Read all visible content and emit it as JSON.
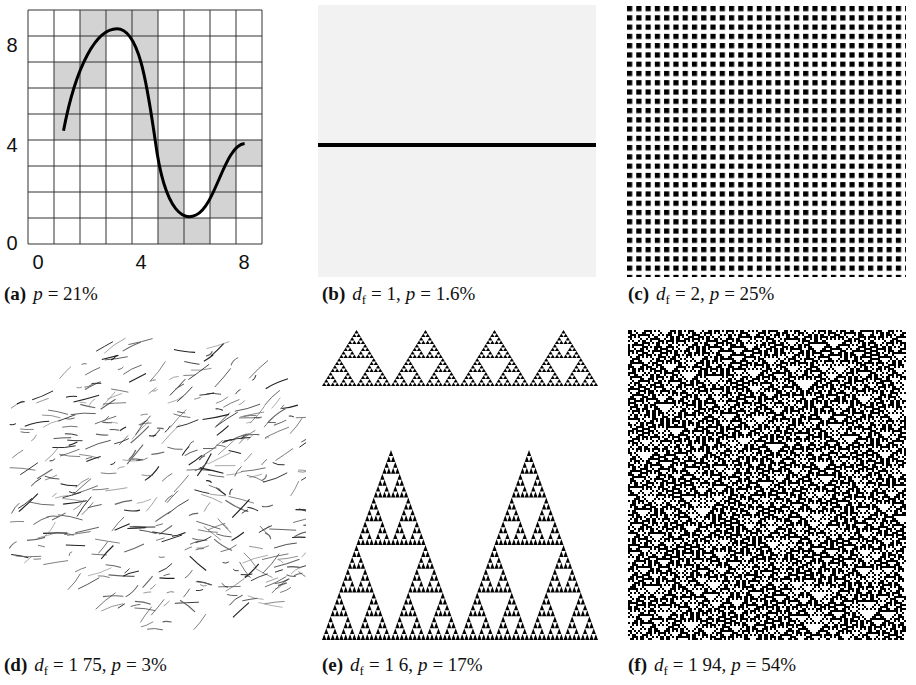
{
  "diagram": {
    "labels": [
      "8",
      "4",
      "0",
      "0",
      "4",
      "8",
      "(a)",
      "p",
      "= 21%",
      "(b)",
      "d",
      "f",
      "= 1,",
      "p",
      "= 1.6%",
      "(c)",
      "d",
      "f",
      "= 2,",
      "p",
      "= 25%",
      "(d)",
      "d",
      "f",
      "= 1 75,",
      "p",
      "= 3%",
      "(e)",
      "d",
      "f",
      "= 1 6,",
      "p",
      "= 17%",
      "(f)",
      "d",
      "f",
      "= 1 94,",
      "p",
      "= 54%"
    ]
  }
}
